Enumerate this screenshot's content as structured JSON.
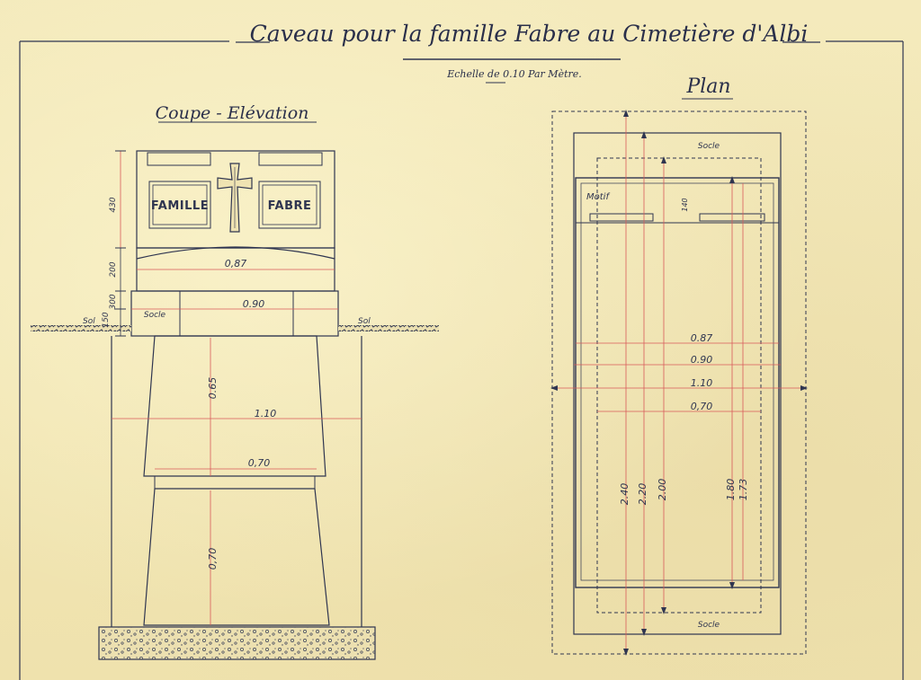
{
  "title": "Caveau pour la famille Fabre au Cimetière d'Albi",
  "scale": "Echelle de 0.10 Par Mètre.",
  "elevation": {
    "heading": "Coupe - Elévation",
    "panel_left": "FAMILLE",
    "panel_right": "FABRE",
    "socle": "Socle",
    "sol_left": "Sol",
    "sol_right": "Sol",
    "dims": {
      "top_width": "0,87",
      "socle_width": "0.90",
      "mid_width": "1.10",
      "bottom_width": "0,70",
      "upper_height": "0.65",
      "lower_height": "0,70",
      "v_430": "430",
      "v_200": "200",
      "v_300": "300",
      "v_150": "150"
    }
  },
  "plan": {
    "heading": "Plan",
    "socle_top": "Socle",
    "socle_bottom": "Socle",
    "motif": "Motif",
    "v_140": "140",
    "h_087": "0.87",
    "h_090": "0.90",
    "h_110": "1.10",
    "h_070": "0,70",
    "v_240": "2.40",
    "v_220": "2.20",
    "v_200": "2.00",
    "v_180": "1.80",
    "v_173": "1.73"
  }
}
